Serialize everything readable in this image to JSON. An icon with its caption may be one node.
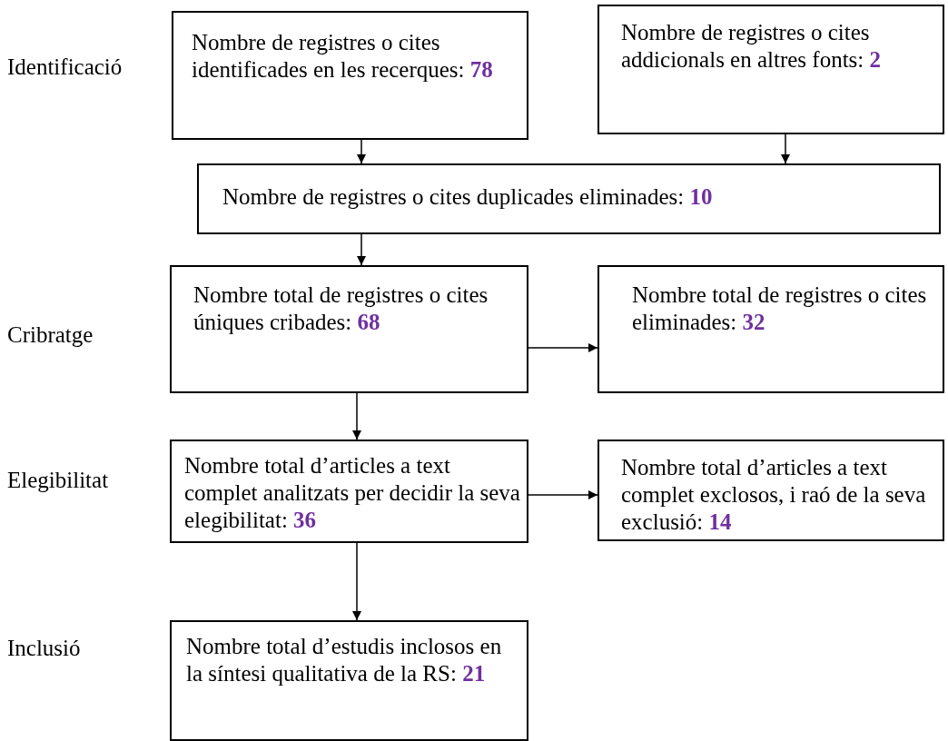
{
  "diagram": {
    "nodes": [
      {
        "text": [
          "Nombre de registres o cites identificades en les recerques: **78**"
        ]
      },
      {
        "text": [
          "Nombre de registres o cites addicionals en altres fonts: **2**"
        ]
      },
      {
        "text": [
          "Nombre de registres o cites duplicades eliminades: **10**"
        ]
      },
      {
        "text": [
          "Nombre total de registres o cites úniques cribades: **68**"
        ]
      },
      {
        "text": [
          "Nombre total de registres o cites eliminades: **32**"
        ]
      },
      {
        "text": [
          "Nombre total d’articles a text complet analitzats per decidir la seva elegibilitat: **36**"
        ]
      },
      {
        "text": [
          "Nombre total d’articles a text complet exclosos, i raó de la seva exclusió: **14**"
        ]
      },
      {
        "text": [
          "Nombre total d’estudis inclosos en la síntesi qualitativa de la RS: **21**"
        ]
      }
    ],
    "edges": [
      {
        "from": 0,
        "to": 2,
        "arrow": "to"
      },
      {
        "from": 1,
        "to": 2,
        "arrow": "to"
      },
      {
        "from": 2,
        "to": 3,
        "arrow": "to"
      },
      {
        "from": 3,
        "to": 4,
        "arrow": "to"
      },
      {
        "from": 3,
        "to": 5,
        "arrow": "to"
      },
      {
        "from": 5,
        "to": 6,
        "arrow": "to"
      },
      {
        "from": 5,
        "to": 7,
        "arrow": "to"
      }
    ],
    "labels": [
      "Identificació",
      "Cribratge",
      "Elegibilitat",
      "Inclusió"
    ]
  }
}
